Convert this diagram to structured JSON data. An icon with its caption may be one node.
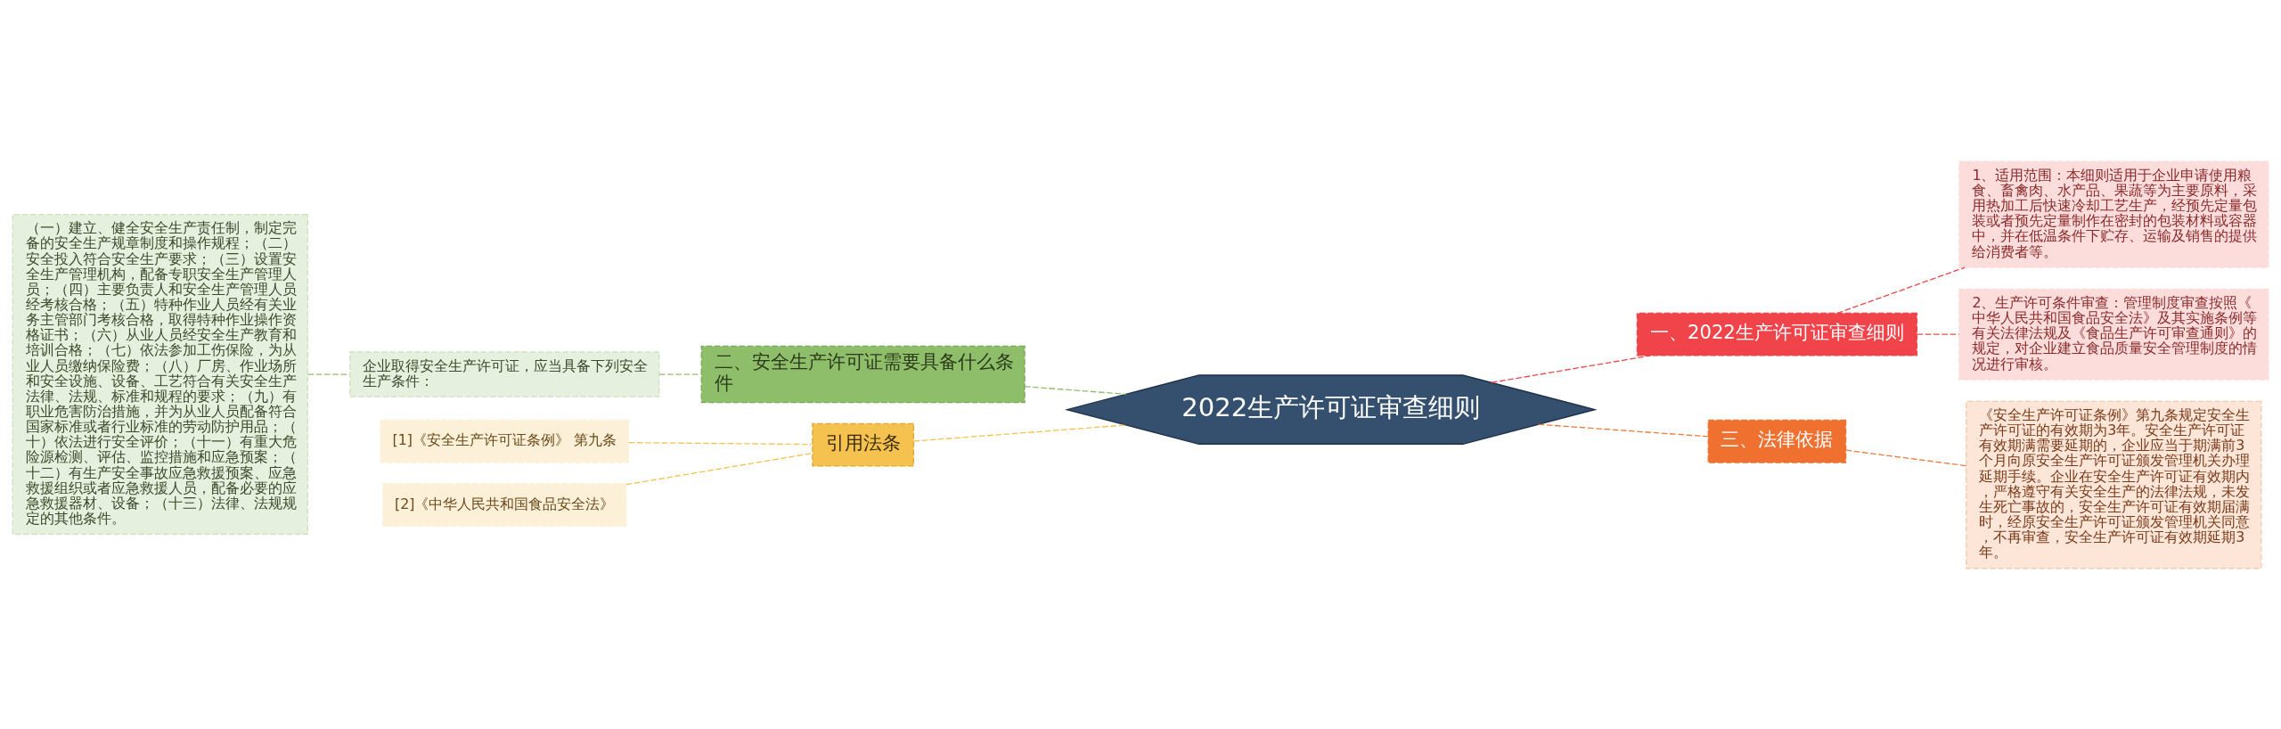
{
  "diagram": {
    "nodes": [
      {
        "text": [
          "2022生产许可证审查细则"
        ]
      },
      {
        "text": [
          "一、2022生产许可证审查细则"
        ]
      },
      {
        "text": [
          "1、适用范围：本细则适用于企业申请使用粮食、畜禽肉、水产品、果蔬等为主要原料，采用热加工后快速冷却工艺生产，经预先定量包装或者预先定量制作在密封的包装材料或容器中，并在低温条件下贮存、运输及销售的提供给消费者等。"
        ]
      },
      {
        "text": [
          "2、生产许可条件审查：管理制度审查按照《中华人民共和国食品安全法》及其实施条例等有关法律法规及《食品生产许可审查通则》的规定，对企业建立食品质量安全管理制度的情况进行审核。"
        ]
      },
      {
        "text": [
          "三、法律依据"
        ]
      },
      {
        "text": [
          "《安全生产许可证条例》第九条规定安全生产许可证的有效期为3年。安全生产许可证有效期满需要延期的，企业应当于期满前3个月向原安全生产许可证颁发管理机关办理延期手续。企业在安全生产许可证有效期内，严格遵守有关安全生产的法律法规，未发生死亡事故的，安全生产许可证有效期届满时，经原安全生产许可证颁发管理机关同意，不再审查，安全生产许可证有效期延期3年。"
        ]
      },
      {
        "text": [
          "二、安全生产许可证需要具备什么条件"
        ]
      },
      {
        "text": [
          "企业取得安全生产许可证，应当具备下列安全生产条件："
        ]
      },
      {
        "text": [
          "（一）建立、健全安全生产责任制，制定完备的安全生产规章制度和操作规程；（二）安全投入符合安全生产要求；（三）设置安全生产管理机构，配备专职安全生产管理人员；（四）主要负责人和安全生产管理人员经考核合格；（五）特种作业人员经有关业务主管部门考核合格，取得特种作业操作资格证书；（六）从业人员经安全生产教育和培训合格；（七）依法参加工伤保险，为从业人员缴纳保险费；（八）厂房、作业场所和安全设施、设备、工艺符合有关安全生产法律、法规、标准和规程的要求；（九）有职业危害防治措施，并为从业人员配备符合国家标准或者行业标准的劳动防护用品；（十）依法进行安全评价；（十一）有重大危险源检测、评估、监控措施和应急预案；（十二）有生产安全事故应急救援预案、应急救援组织或者应急救援人员，配备必要的应急救援器材、设备；（十三）法律、法规规定的其他条件。"
        ]
      },
      {
        "text": [
          "引用法条"
        ]
      },
      {
        "text": [
          "[1]《安全生产许可证条例》 第九条"
        ]
      },
      {
        "text": [
          "[2]《中华人民共和国食品安全法》"
        ]
      }
    ],
    "edges": [
      {
        "from": 0,
        "to": 1,
        "arrow": "none",
        "style": "dashed",
        "color": "#e84a4a"
      },
      {
        "from": 1,
        "to": 2,
        "arrow": "none",
        "style": "dashed",
        "color": "#e84a4a"
      },
      {
        "from": 1,
        "to": 3,
        "arrow": "none",
        "style": "dashed",
        "color": "#e84a4a"
      },
      {
        "from": 0,
        "to": 4,
        "arrow": "none",
        "style": "dashed",
        "color": "#f07a3a"
      },
      {
        "from": 4,
        "to": 5,
        "arrow": "none",
        "style": "dashed",
        "color": "#f07a3a"
      },
      {
        "from": 6,
        "to": 0,
        "arrow": "none",
        "style": "dashed",
        "color": "#8fbe6a"
      },
      {
        "from": 7,
        "to": 6,
        "arrow": "none",
        "style": "dashed",
        "color": "#8fbe6a"
      },
      {
        "from": 8,
        "to": 7,
        "arrow": "none",
        "style": "dashed",
        "color": "#8fbe6a"
      },
      {
        "from": 9,
        "to": 0,
        "arrow": "none",
        "style": "dashed",
        "color": "#f5c250"
      },
      {
        "from": 10,
        "to": 9,
        "arrow": "none",
        "style": "dashed",
        "color": "#f5c250"
      },
      {
        "from": 11,
        "to": 9,
        "arrow": "none",
        "style": "dashed",
        "color": "#f5c250"
      }
    ]
  }
}
